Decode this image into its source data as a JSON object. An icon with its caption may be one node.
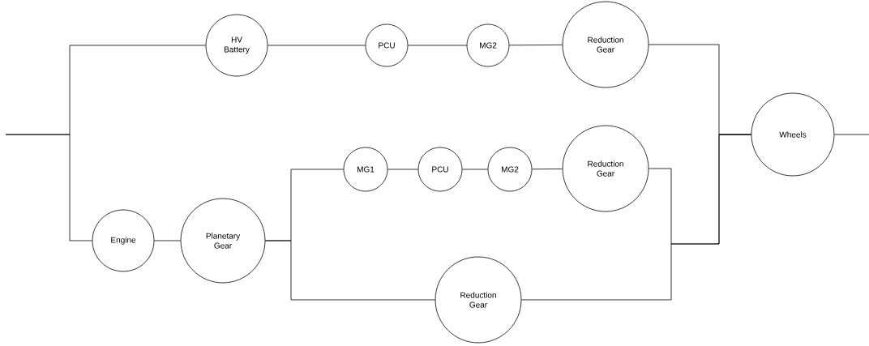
{
  "diagram": {
    "nodes": [
      {
        "text": [
          "HV Battery"
        ]
      },
      {
        "text": [
          "PCU"
        ]
      },
      {
        "text": [
          "MG2"
        ]
      },
      {
        "text": [
          "Reduction Gear"
        ]
      },
      {
        "text": [
          "Engine"
        ]
      },
      {
        "text": [
          "Planetary Gear"
        ]
      },
      {
        "text": [
          "MG1"
        ]
      },
      {
        "text": [
          "PCU"
        ]
      },
      {
        "text": [
          "MG2"
        ]
      },
      {
        "text": [
          "Reduction Gear"
        ]
      },
      {
        "text": [
          "Reduction Gear"
        ]
      },
      {
        "text": [
          "Wheels"
        ]
      }
    ],
    "edges": [
      {
        "from": null,
        "to": 0,
        "arrow": "none"
      },
      {
        "from": null,
        "to": 4,
        "arrow": "none"
      },
      {
        "from": 0,
        "to": 1,
        "arrow": "none"
      },
      {
        "from": 1,
        "to": 2,
        "arrow": "none"
      },
      {
        "from": 2,
        "to": 3,
        "arrow": "none"
      },
      {
        "from": 3,
        "to": 11,
        "arrow": "none"
      },
      {
        "from": 4,
        "to": 5,
        "arrow": "none"
      },
      {
        "from": 5,
        "to": 6,
        "arrow": "none"
      },
      {
        "from": 5,
        "to": 10,
        "arrow": "none"
      },
      {
        "from": 6,
        "to": 7,
        "arrow": "none"
      },
      {
        "from": 7,
        "to": 8,
        "arrow": "none"
      },
      {
        "from": 8,
        "to": 9,
        "arrow": "none"
      },
      {
        "from": 9,
        "to": 11,
        "arrow": "none"
      },
      {
        "from": 10,
        "to": 11,
        "arrow": "none"
      },
      {
        "from": 11,
        "to": null,
        "arrow": "none"
      }
    ]
  }
}
